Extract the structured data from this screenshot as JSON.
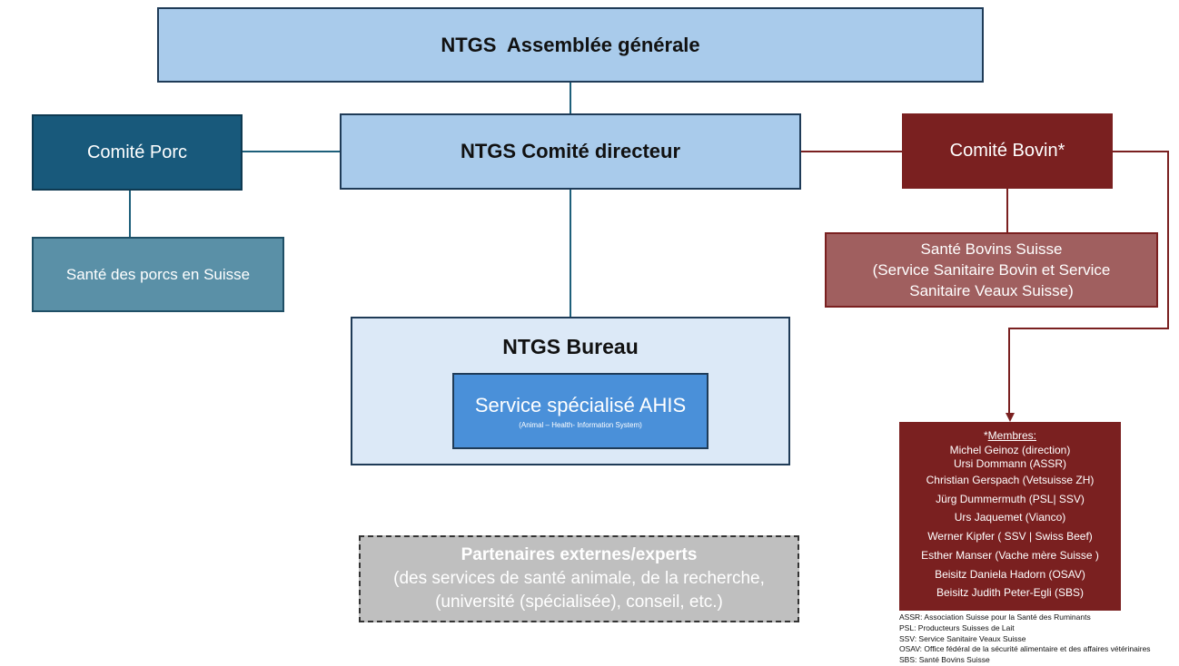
{
  "nodes": {
    "assembly": "NTGS  Assemblée générale",
    "directorate": "NTGS Comité directeur",
    "pig_committee": "Comité Porc",
    "pig_health": "Santé des porcs en Suisse",
    "cattle_committee": "Comité Bovin*",
    "cattle_health": [
      "Santé Bovins Suisse",
      "(Service Sanitaire Bovin et Service",
      "Sanitaire Veaux Suisse)"
    ],
    "bureau": "NTGS Bureau",
    "ahis_title": "Service spécialisé AHIS",
    "ahis_sub": "(Animal – Health- Information System)",
    "partners_title": "Partenaires externes/experts",
    "partners_lines": [
      "(des services de santé animale, de la recherche,",
      "(université (spécialisée), conseil, etc.)"
    ]
  },
  "members": {
    "prefix": "*",
    "heading": "Membres:",
    "list": [
      "Michel Geinoz (direction)",
      "Ursi Dommann (ASSR)",
      "Christian Gerspach (Vetsuisse ZH)",
      "Jürg Dummermuth  (PSL| SSV)",
      "Urs Jaquemet (Vianco)",
      "Werner Kipfer ( SSV | Swiss Beef)",
      "Esther Manser (Vache mère Suisse )",
      "Beisitz Daniela Hadorn (OSAV)",
      "Beisitz Judith Peter-Egli (SBS)"
    ]
  },
  "legend": [
    "ASSR: Association Suisse pour la Santé des Ruminants",
    "PSL: Producteurs Suisses de Lait",
    "SSV: Service Sanitaire Veaux Suisse",
    "OSAV: Office fédéral de la sécurité alimentaire et des affaires vétérinaires",
    "SBS: Santé Bovins Suisse"
  ],
  "colors": {
    "light_blue": "#a9cbeb",
    "navy": "#18597b",
    "teal": "#5a90a7",
    "dark_red": "#7a2020",
    "rose": "#a05f5f",
    "ahis_blue": "#4a90d9",
    "bureau_bg": "#dce9f7",
    "partners_gray": "#bfbfbf"
  }
}
